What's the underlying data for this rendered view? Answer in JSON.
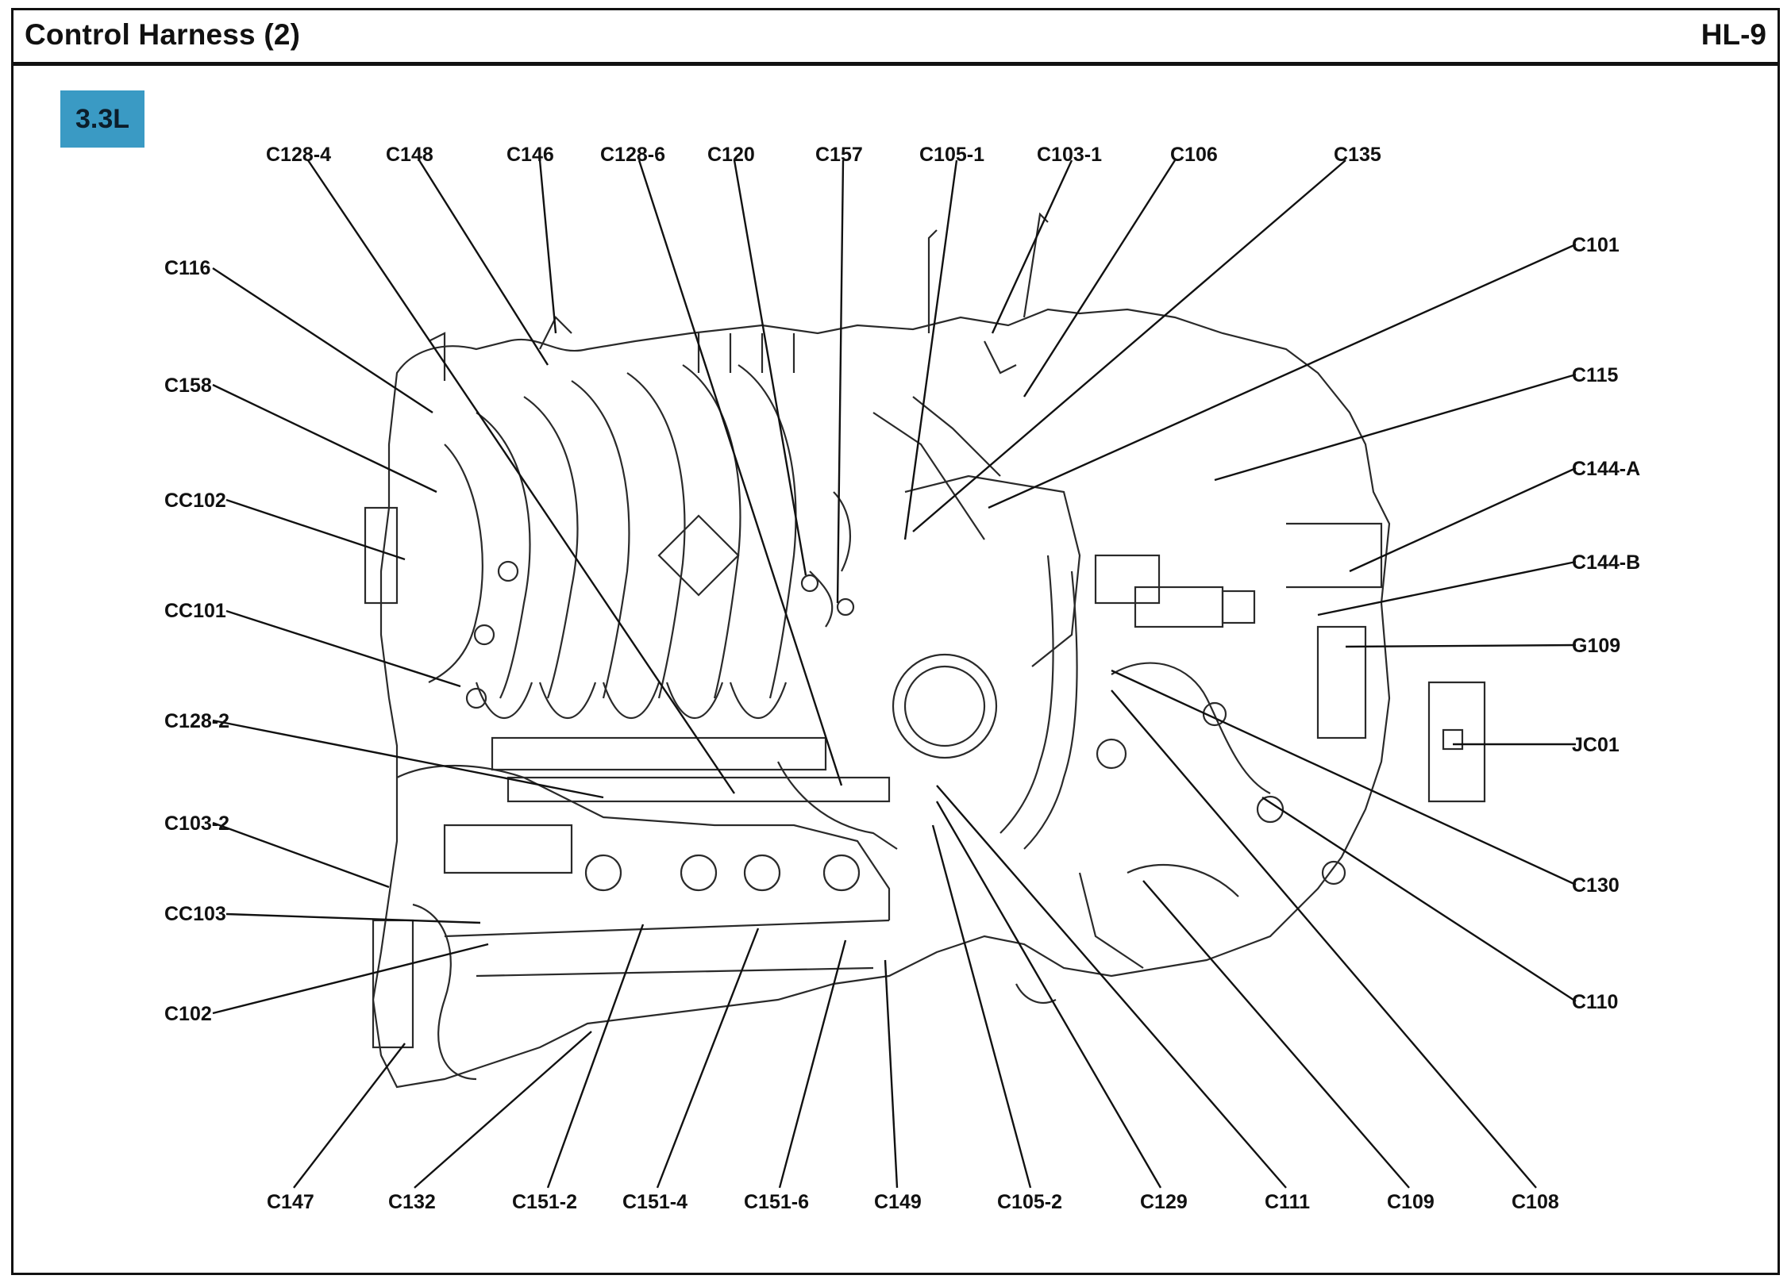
{
  "header": {
    "title": "Control Harness (2)",
    "page_id": "HL-9"
  },
  "engine_badge": "3.3L",
  "colors": {
    "badge": "#3a9ac4",
    "ink": "#111111",
    "drawing": "#2a2a2a"
  },
  "callouts": {
    "top": [
      "C128-4",
      "C148",
      "C146",
      "C128-6",
      "C120",
      "C157",
      "C105-1",
      "C103-1",
      "C106",
      "C135"
    ],
    "left": [
      "C116",
      "C158",
      "CC102",
      "CC101",
      "C128-2",
      "C103-2",
      "CC103",
      "C102"
    ],
    "right": [
      "C101",
      "C115",
      "C144-A",
      "C144-B",
      "G109",
      "JC01",
      "C130",
      "C110"
    ],
    "bottom": [
      "C147",
      "C132",
      "C151-2",
      "C151-4",
      "C151-6",
      "C149",
      "C105-2",
      "C129",
      "C111",
      "C109",
      "C108"
    ]
  }
}
